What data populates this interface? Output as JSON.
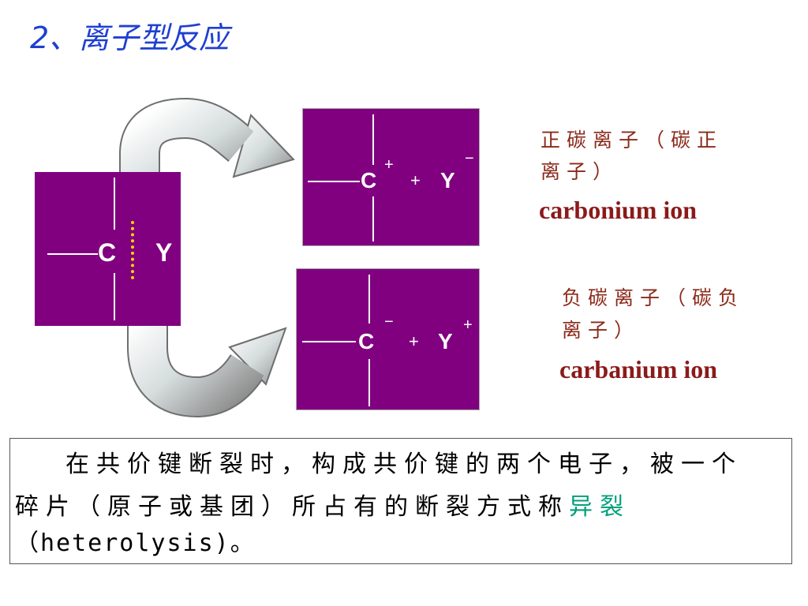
{
  "title": "2、离子型反应",
  "colors": {
    "title": "#1f3fd1",
    "box": "#800080",
    "label": "#8b2a1a",
    "term": "#00a07a",
    "cleavage_mark": "#ffd400"
  },
  "diagram": {
    "reactant": {
      "left_atom": "C",
      "right_atom": "Y"
    },
    "carbocation": {
      "left_atom": "C",
      "left_charge": "+",
      "operator": "+",
      "right_atom": "Y",
      "right_charge": "−"
    },
    "carbanion": {
      "left_atom": "C",
      "left_charge": "−",
      "operator": "+",
      "right_atom": "Y",
      "right_charge": "+"
    }
  },
  "labels": {
    "carbocation": {
      "zh_lines": [
        "正碳离子（碳正",
        "离子）"
      ],
      "en": "carbonium ion"
    },
    "carbanion": {
      "zh_lines": [
        "负碳离子（碳负",
        "离子）"
      ],
      "en": "carbanium ion"
    }
  },
  "definition": {
    "line1": "在共价键断裂时，构成共价键的两个电子，被一个",
    "line2": "碎片（原子或基团）所占有的断裂方式称",
    "term": "异裂",
    "line3": "（heterolysis)。"
  }
}
